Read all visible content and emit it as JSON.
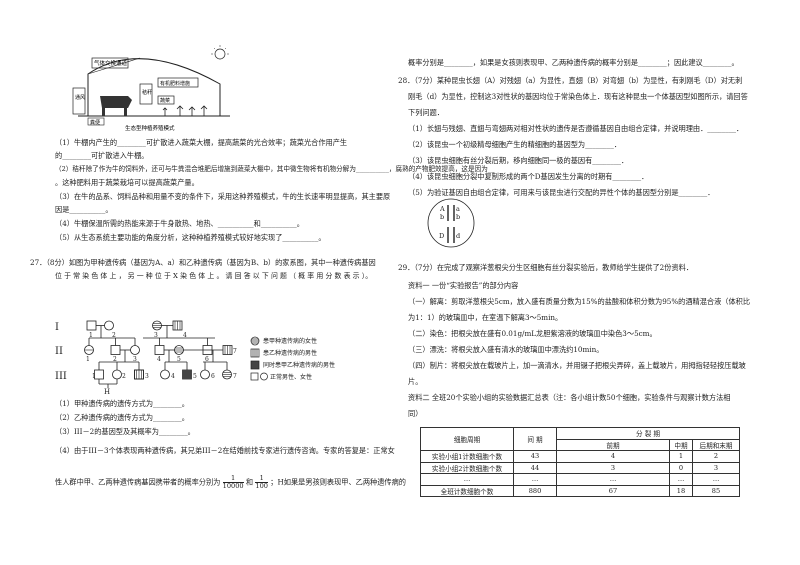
{
  "left": {
    "fig_caption": "生态型种植养殖模式",
    "fig_labels": {
      "gas": "气体交换通道",
      "box1": "通风口",
      "box2": "蔬菜",
      "box3": "有机肥",
      "box4": "粪便",
      "dung": "粪便",
      "organic": "有机肥料增施"
    },
    "q_lines": [
      "（1）牛棚内产生的________可扩散进入蔬菜大棚，提高蔬菜的光合效率；蔬菜光合作用产生",
      "的________可扩散进入牛棚。",
      "（2）秸秆除了作为牛的饲料外，还可与牛粪混合堆肥后增施到蔬菜大棚中，其中微生物将有机物分解为__________，腐熟的产物肥效提高，这是因为__",
      "。这种肥料用于蔬菜栽培可以提高蔬菜产量。",
      "（3）在牛的品系、饲料品种和用量不变的条件下，采用这种养殖模式，牛的生长速率明显提高，其主要原",
      "因是__________。",
      "（4）牛棚保温所需的热能来源于牛身散热、地热、__________和__________。",
      "（5）从生态系统主要功能的角度分析，这种种植养殖模式较好地实现了__________。"
    ],
    "q27_lines": [
      "27．（8分）如图为甲种遗传病（基因为A、a）和乙种遗传病（基因为B、b）的家系图，其中一种遗传病基因",
      "位 于 常 染 色 体 上 ， 另 一 种 位 于 X 染 色 体 上 。 请 回 答 以 下 问 题 （ 概 率 用 分 数 表 示 ）。"
    ],
    "pedigree": {
      "gen_labels": [
        "I",
        "II",
        "III"
      ],
      "g1_nums": [
        "1",
        "2",
        "3",
        "4"
      ],
      "g2_nums": [
        "1",
        "2",
        "3",
        "4",
        "5",
        "6",
        "7"
      ],
      "g3_nums": [
        "1",
        "2",
        "3",
        "4",
        "5",
        "6",
        "7"
      ],
      "h_label": "H",
      "legend": [
        "患甲种遗传病的女性",
        "患乙种遗传病的男性",
        "同时患甲乙种遗传病的男性",
        "正常男性、女性"
      ]
    },
    "sub_lines": [
      "（1）甲种遗传病的遗传方式为________。",
      "（2）乙种遗传病的遗传方式为________。",
      "（3）III－2的基因型及其概率为________。",
      "（4）由于III－3个体表现两种遗传病，其兄弟III－2在结婚前找专家进行遗传咨询。专家的答复是：正常女",
      "性人群中甲、乙两种遗传病基因携带者的概率分别为",
      "；H如果是男孩则表现甲、乙两种遗传病的"
    ],
    "frac1": {
      "n": "1",
      "d": "10000"
    },
    "frac2": {
      "n": "1",
      "d": "100"
    },
    "frac_mid": "和"
  },
  "right": {
    "top_lines": [
      "概率分别是________，如果是女孩则表现甲、乙两种遗传病的概率分别是________；因此建议________。",
      "28．（7分）某种昆虫长翅（A）对残翅（a）为显性，直翅（B）对弯翅（b）为显性，有刺刚毛（D）对无刺",
      "刚毛（d）为显性，控制这3对性状的基因均位于常染色体上．现有这种昆虫一个体基因型如图所示，请回答",
      "下列问题．",
      "（1）长翅与残翅、直翅与弯翅两对相对性状的遗传是否遵循基因自由组合定律，并说明理由．________．",
      "（2）该昆虫一个初级精母细胞产生的精细胞的基因型为________．",
      "（3）该昆虫细胞有丝分裂后期，移向细胞同一极的基因有________．",
      "（4）该昆虫细胞分裂中复制形成的两个D基因发生分离的时期有________．",
      "（5）为验证基因自由组合定律，可用来与该昆虫进行交配的异性个体的基因型分别是________．"
    ],
    "cell_genes": [
      "A",
      "b",
      "a",
      "b",
      "D",
      "d"
    ],
    "q29_lines": [
      "29．（7分）在完成了观察洋葱根尖分生区细胞有丝分裂实验后，教师给学生提供了2份资料．",
      "资料一   一份“实验报告”的部分内容",
      "（一）解离：剪取洋葱根尖5cm，放入盛有质量分数为15%的盐酸和体积分数为95%的酒精混合液（体积比",
      "为1：1）的玻璃皿中，在室温下解离3～5min。",
      "（二）染色：把根尖放在盛有0.01g/mL龙胆紫溶液的玻璃皿中染色3～5cm。",
      "（三）漂洗：将根尖放入盛有清水的玻璃皿中漂洗约10min。",
      "（四）制片：将根尖放在载玻片上，加一滴清水，并用镊子把根尖弄碎，盖上载玻片，用拇指轻轻按压载玻",
      "片。",
      "资料二   全班20个实验小组的实验数据汇总表（注：各小组计数50个细胞，实验条件与观察计数方法相",
      "同）"
    ],
    "table": {
      "h_period": "细胞周期",
      "h_inter": "间  期",
      "h_split": "分   裂   期",
      "h_pro": "前期",
      "h_meta": "中期",
      "h_late": "后期和末期",
      "rows": [
        [
          "实验小组1计数细胞个数",
          "43",
          "4",
          "1",
          "2"
        ],
        [
          "实验小组2计数细胞个数",
          "44",
          "3",
          "0",
          "3"
        ],
        [
          "…",
          "…",
          "…",
          "…",
          "…"
        ],
        [
          "全班计数细胞个数",
          "880",
          "67",
          "18",
          "85"
        ]
      ]
    }
  }
}
